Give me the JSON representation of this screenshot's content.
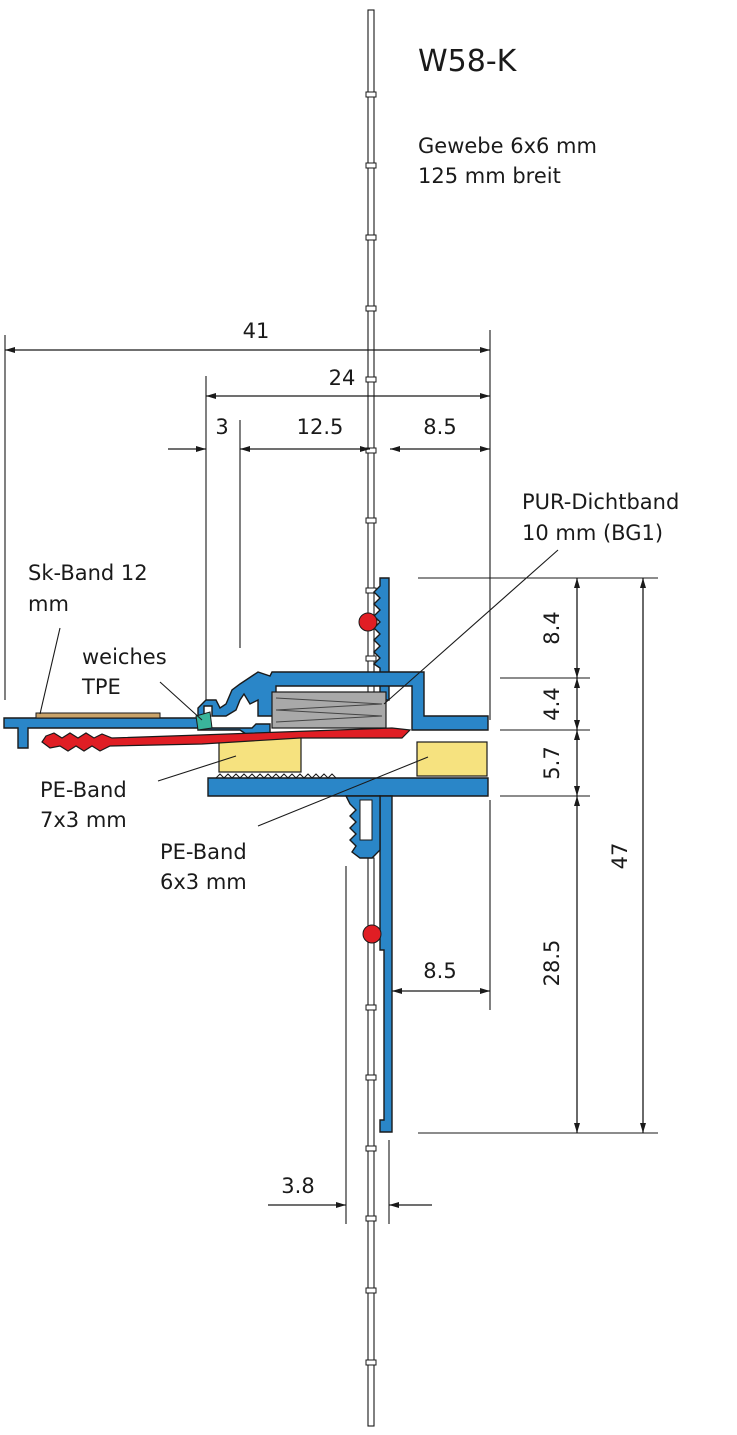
{
  "title": "W58-K",
  "mesh_note": {
    "line1": "Gewebe 6x6 mm",
    "line2": "125 mm breit"
  },
  "labels": {
    "pur": {
      "line1": "PUR-Dichtband",
      "line2": "10 mm (BG1)"
    },
    "skband": {
      "line1": "Sk-Band 12",
      "line2": "mm"
    },
    "tpe": {
      "line1": "weiches",
      "line2": "TPE"
    },
    "pe7": {
      "line1": "PE-Band",
      "line2": "7x3 mm"
    },
    "pe6": {
      "line1": "PE-Band",
      "line2": "6x3 mm"
    }
  },
  "dims": {
    "d41": "41",
    "d24": "24",
    "d3": "3",
    "d12_5": "12.5",
    "d8_5_top": "8.5",
    "d8_4": "8.4",
    "d4_4": "4.4",
    "d5_7": "5.7",
    "d28_5": "28.5",
    "d47": "47",
    "d8_5_bottom": "8.5",
    "d3_8": "3.8"
  },
  "colors": {
    "profile": "#2a86c8",
    "seal_red": "#e01e24",
    "pe_band": "#f6e27f",
    "pur_band": "#a9a9a9",
    "tpe": "#3ab59b",
    "sk_band": "#c9a36a"
  }
}
